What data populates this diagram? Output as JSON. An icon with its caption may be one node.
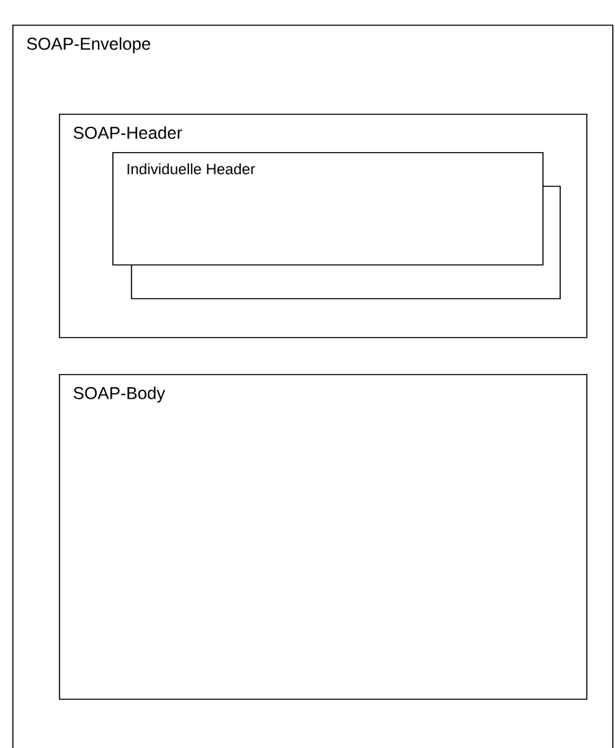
{
  "diagram": {
    "nodes": [
      {
        "text": [
          "SOAP-Envelope"
        ]
      },
      {
        "text": [
          "SOAP-Header"
        ],
        "in": 0
      },
      {
        "text": [
          "Individuelle Header"
        ],
        "in": 1
      },
      {
        "text": [
          "SOAP-Body"
        ],
        "in": 0
      }
    ]
  }
}
